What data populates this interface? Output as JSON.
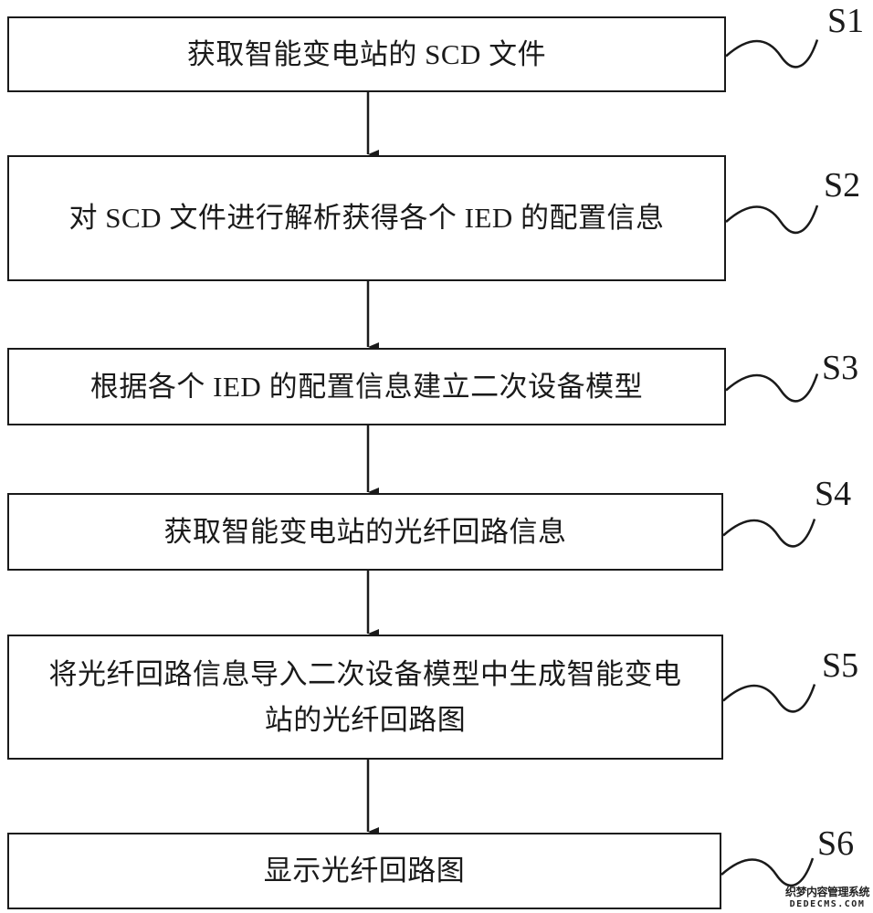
{
  "steps": [
    {
      "id": "S1",
      "text": "获取智能变电站的 SCD 文件"
    },
    {
      "id": "S2",
      "text": "对 SCD 文件进行解析获得各个 IED 的配置信息"
    },
    {
      "id": "S3",
      "text": "根据各个 IED 的配置信息建立二次设备模型"
    },
    {
      "id": "S4",
      "text": "获取智能变电站的光纤回路信息"
    },
    {
      "id": "S5",
      "text": "将光纤回路信息导入二次设备模型中生成智能变电站的光纤回路图"
    },
    {
      "id": "S6",
      "text": "显示光纤回路图"
    }
  ],
  "watermark": {
    "line1": "织梦内容管理系统",
    "line2": "DEDECMS.COM"
  }
}
